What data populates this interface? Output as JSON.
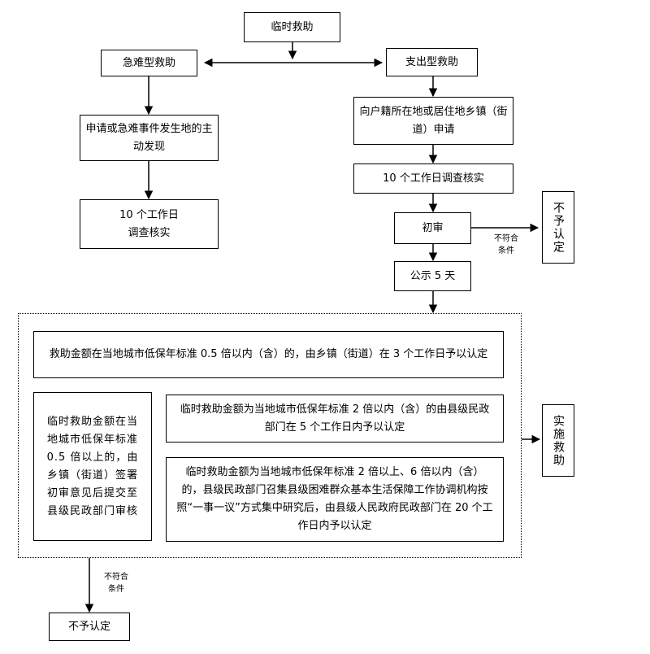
{
  "nodes": {
    "start": "临时救助",
    "urgent": "急难型救助",
    "expense": "支出型救助",
    "urgent_apply": "申请或急难事件发生地的主动发现",
    "urgent_verify": "10 个工作日\n调查核实",
    "expense_apply": "向户籍所在地或居住地乡镇（街道）申请",
    "expense_verify": "10 个工作日调查核实",
    "first_review": "初审",
    "not_approved_right": "不予认定",
    "publicity": "公示 5 天",
    "rule_1": "救助金额在当地城市低保年标准 0.5 倍以内（含）的，由乡镇（街道）在 3 个工作日予以认定",
    "rule_left": "临时救助金额在当地城市低保年标准 0.5 倍以上的，由乡镇（街道）签署初审意见后提交至县级民政部门审核",
    "rule_2": "临时救助金额为当地城市低保年标准 2 倍以内（含）的由县级民政部门在 5 个工作日内予以认定",
    "rule_3": "临时救助金额为当地城市低保年标准 2 倍以上、6 倍以内（含）的，县级民政部门召集县级困难群众基本生活保障工作协调机构按照“一事一议”方式集中研究后，由县级人民政府民政部门在 20 个工作日内予以认定",
    "implement": "实施救助",
    "not_approved_bottom": "不予认定"
  },
  "notes": {
    "not_qualified_right": "不符合\n条件",
    "not_qualified_bottom": "不符合\n条件"
  }
}
